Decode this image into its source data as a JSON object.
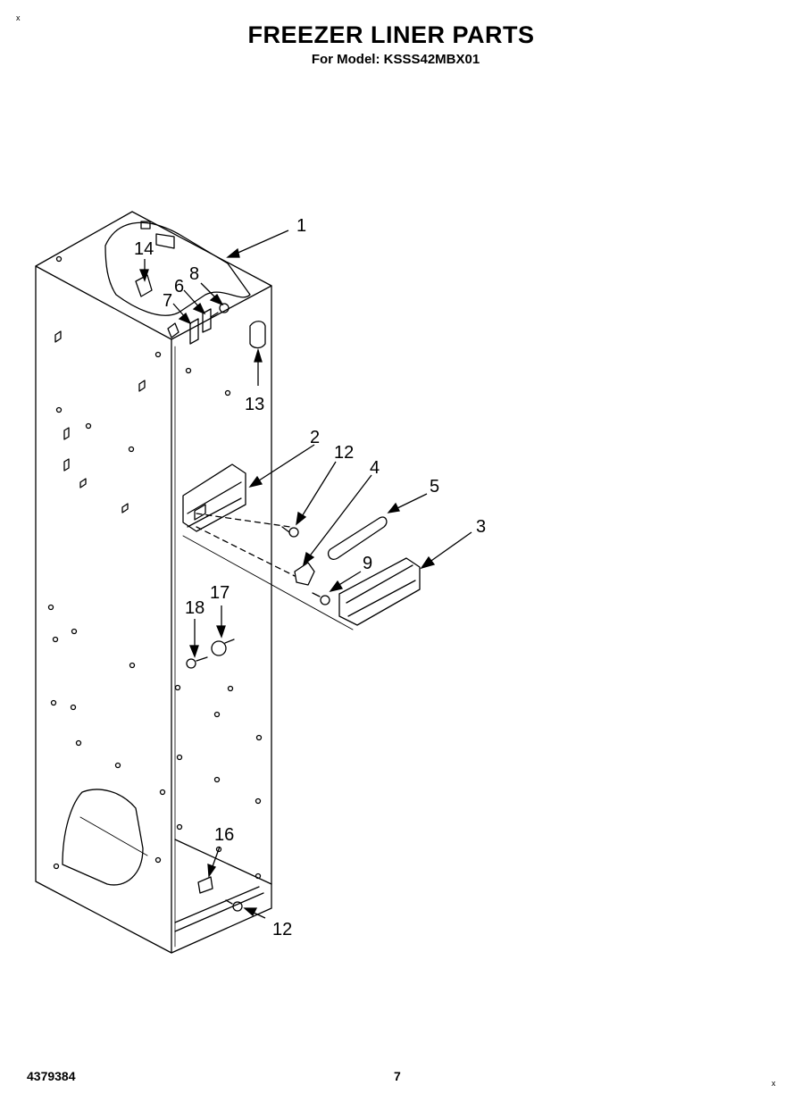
{
  "title": "FREEZER LINER PARTS",
  "subtitle": "For Model: KSSS42MBX01",
  "footer": {
    "doc_number": "4379384",
    "page": "7"
  },
  "corner_marks": [
    "x",
    "x"
  ],
  "callouts": {
    "p1": "1",
    "p2": "2",
    "p3": "3",
    "p4": "4",
    "p5": "5",
    "p6": "6",
    "p7": "7",
    "p8": "8",
    "p9": "9",
    "p12a": "12",
    "p12b": "12",
    "p13": "13",
    "p14": "14",
    "p16": "16",
    "p17": "17",
    "p18": "18"
  }
}
